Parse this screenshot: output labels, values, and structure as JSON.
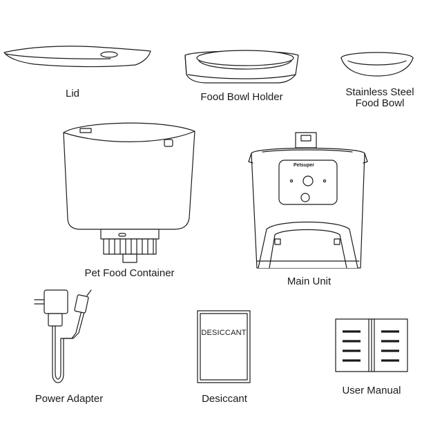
{
  "parts": [
    {
      "id": "lid",
      "label": "Lid",
      "icon": "lid-icon"
    },
    {
      "id": "bowl-holder",
      "label": "Food Bowl Holder",
      "icon": "bowl-holder-icon"
    },
    {
      "id": "steel-bowl",
      "label": "Stainless Steel\nFood Bowl",
      "label_line1": "Stainless Steel",
      "label_line2": "Food Bowl",
      "icon": "steel-bowl-icon"
    },
    {
      "id": "container",
      "label": "Pet Food Container",
      "icon": "food-container-icon"
    },
    {
      "id": "main-unit",
      "label": "Main Unit",
      "icon": "main-unit-icon"
    },
    {
      "id": "adapter",
      "label": "Power Adapter",
      "icon": "power-adapter-icon"
    },
    {
      "id": "desiccant",
      "label": "Desiccant",
      "icon": "desiccant-packet-icon"
    },
    {
      "id": "manual",
      "label": "User Manual",
      "icon": "user-manual-icon"
    }
  ],
  "printed": {
    "desiccant_packet_text": "DESICCANT",
    "brand_logo_text": "Petsuper"
  },
  "colors": {
    "line": "#1a1a1a",
    "background": "#ffffff"
  }
}
